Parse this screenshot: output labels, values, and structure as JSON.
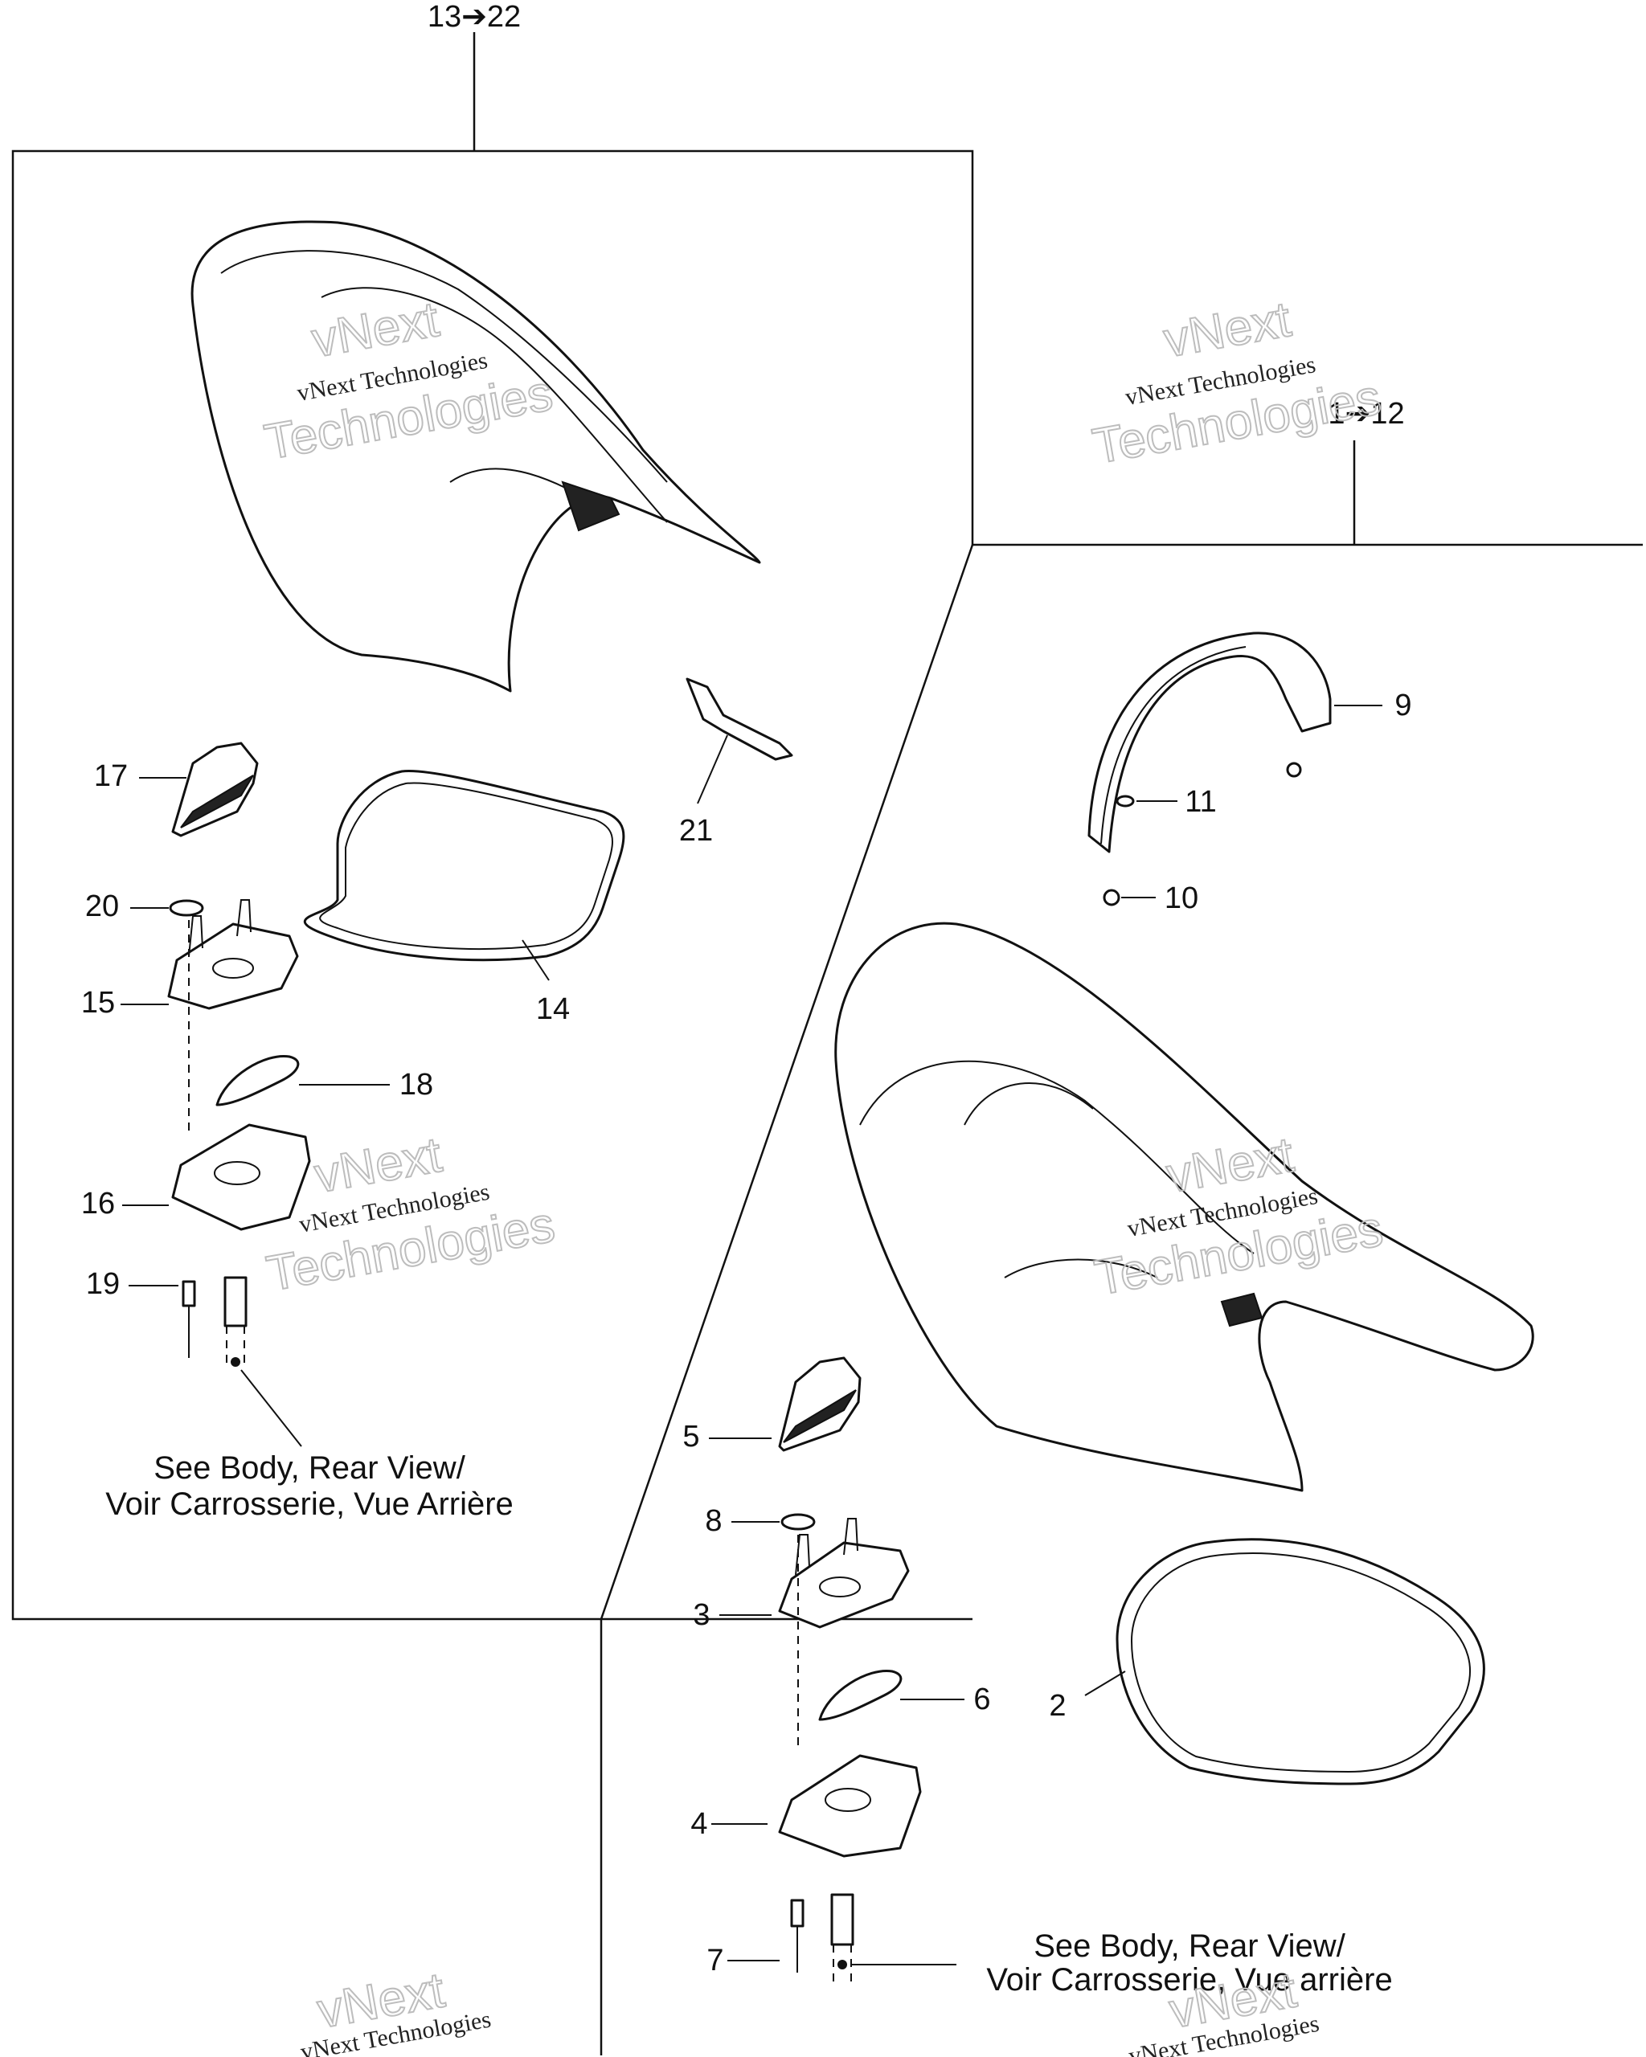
{
  "group_rear": {
    "label": "13➔22"
  },
  "group_front": {
    "label": "1➔12"
  },
  "callouts": {
    "c2": "2",
    "c3": "3",
    "c4": "4",
    "c5": "5",
    "c6": "6",
    "c7": "7",
    "c8": "8",
    "c9": "9",
    "c10": "10",
    "c11": "11",
    "c14": "14",
    "c15": "15",
    "c16": "16",
    "c17": "17",
    "c18": "18",
    "c19": "19",
    "c20": "20",
    "c21": "21"
  },
  "notes": {
    "rear_line1": "See Body, Rear View/",
    "rear_line2": "Voir Carrosserie, Vue Arrière",
    "front_line1": "See Body, Rear View/",
    "front_line2": "Voir Carrosserie, Vue arrière"
  },
  "watermark": {
    "brand": "vNext",
    "line": "vNext Technologies",
    "word": "Technologies"
  }
}
